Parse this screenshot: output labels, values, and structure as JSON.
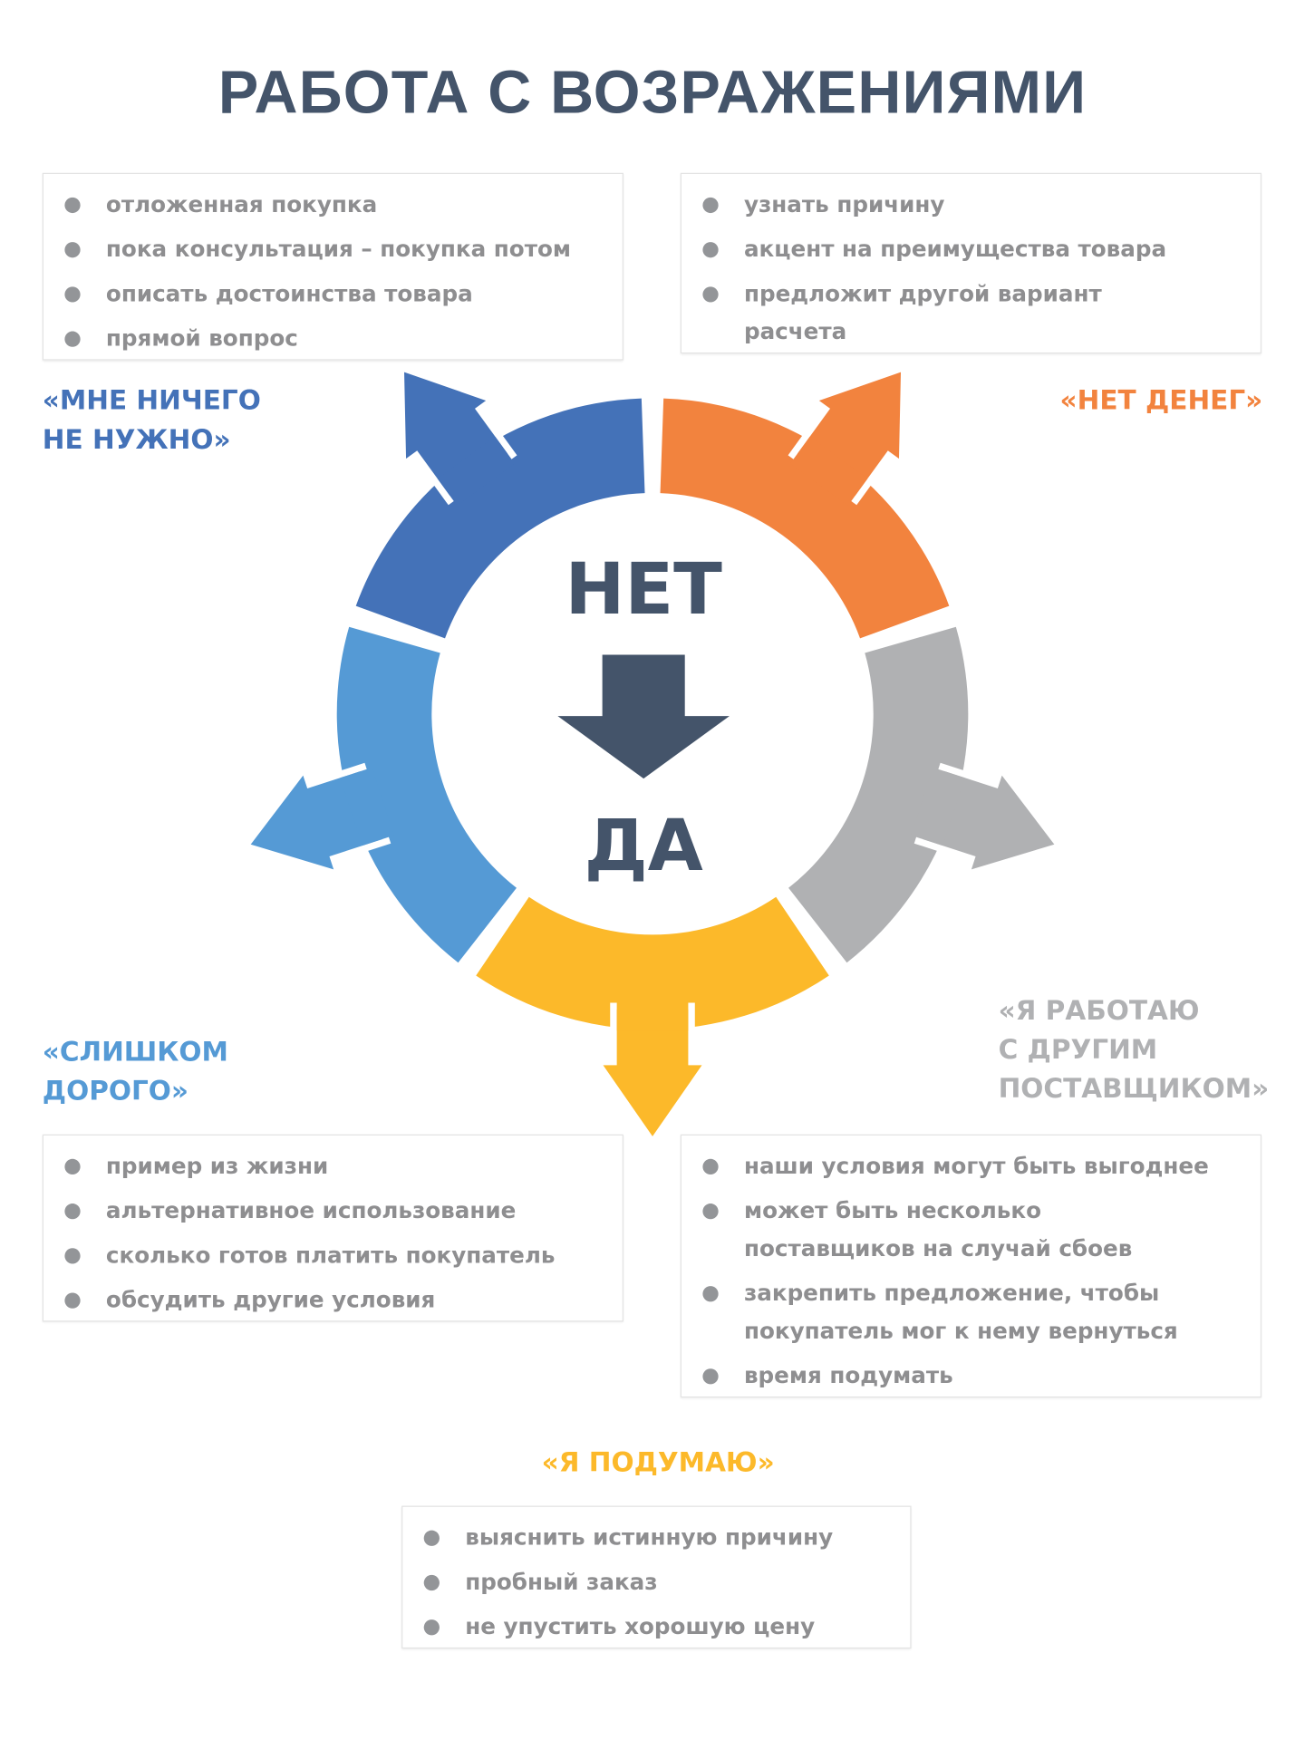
{
  "title": "РАБОТА С ВОЗРАЖЕНИЯМИ",
  "colors": {
    "title": "#44546a",
    "dark_blue": "#4472b8",
    "orange": "#f2833e",
    "gray": "#b0b1b3",
    "yellow": "#fcb92a",
    "light_blue": "#559ad5",
    "text": "#8e8e90"
  },
  "center": {
    "top": "НЕТ",
    "bottom": "ДА"
  },
  "objections": [
    {
      "label_lines": [
        "«МНЕ НИЧЕГО",
        "НЕ НУЖНО»"
      ],
      "items": [
        "отложенная покупка",
        "пока консультация – покупка потом",
        "описать достоинства товара",
        "прямой вопрос"
      ]
    },
    {
      "label_lines": [
        "«НЕТ ДЕНЕГ»"
      ],
      "items": [
        "узнать причину",
        "акцент на преимущества товара",
        "предложит другой вариант расчета"
      ]
    },
    {
      "label_lines": [
        "«СЛИШКОМ",
        "ДОРОГО»"
      ],
      "items": [
        "пример из жизни",
        "альтернативное использование",
        "сколько готов платить покупатель",
        "обсудить другие условия"
      ]
    },
    {
      "label_lines": [
        "«Я РАБОТАЮ",
        "С ДРУГИМ",
        "ПОСТАВЩИКОМ»"
      ],
      "items": [
        "наши условия могут быть выгоднее",
        "может быть несколько поставщиков на случай сбоев",
        "закрепить предложение, чтобы покупатель мог к нему вернуться",
        "время подумать"
      ]
    },
    {
      "label_lines": [
        "«Я ПОДУМАЮ»"
      ],
      "items": [
        "выяснить истинную причину",
        "пробный заказ",
        "не упустить хорошую цену"
      ]
    }
  ]
}
